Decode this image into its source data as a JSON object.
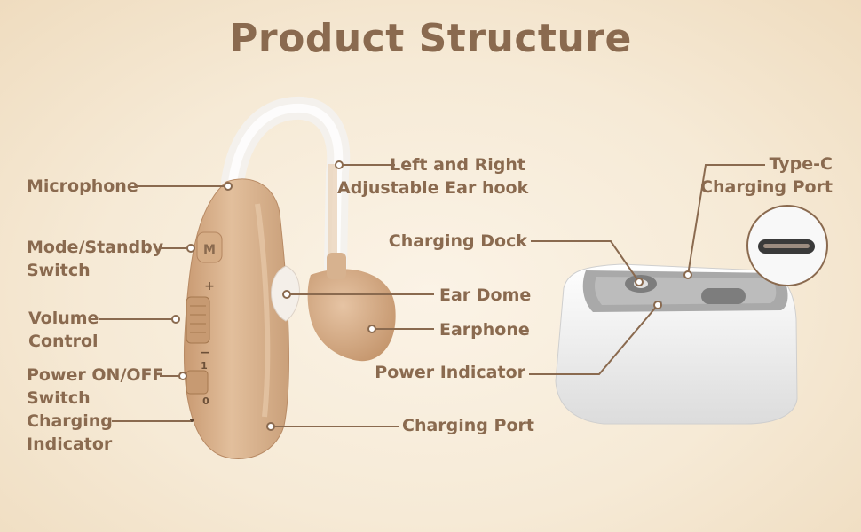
{
  "title": "Product Structure",
  "labels": {
    "microphone": "Microphone",
    "mode_standby_1": "Mode/Standby",
    "mode_standby_2": "Switch",
    "volume_1": "Volume",
    "volume_2": "Control",
    "power_1": "Power ON/OFF",
    "power_2": "Switch",
    "charging_ind_1": "Charging",
    "charging_ind_2": "Indicator",
    "ear_hook_1": "Left and Right",
    "ear_hook_2": "Adjustable Ear hook",
    "charging_dock": "Charging Dock",
    "ear_dome": "Ear Dome",
    "earphone": "Earphone",
    "power_indicator": "Power Indicator",
    "charging_port": "Charging Port",
    "typec_1": "Type-C",
    "typec_2": "Charging Port"
  },
  "device_markings": {
    "mode_button": "M",
    "plus": "+",
    "minus": "−",
    "switch_on": "1",
    "switch_off": "0"
  },
  "colors": {
    "text": "#8a6a4f",
    "leader": "#8a6a4f",
    "device_body": "#d9b28e",
    "dock": "#f4f4f4"
  }
}
